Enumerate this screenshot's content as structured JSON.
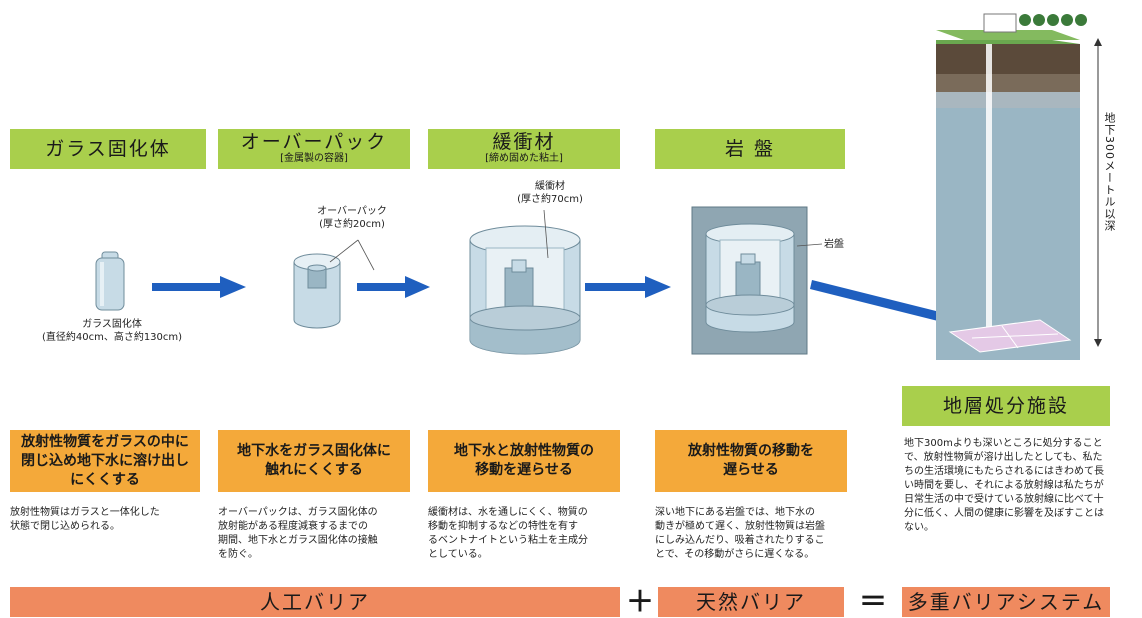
{
  "headers": [
    {
      "title": "ガラス固化体",
      "subtitle": ""
    },
    {
      "title": "オーバーパック",
      "subtitle": "[金属製の容器]"
    },
    {
      "title": "緩衝材",
      "subtitle": "[締め固めた粘土]"
    },
    {
      "title": "岩 盤",
      "subtitle": ""
    }
  ],
  "captions": {
    "glass": "ガラス固化体\n(直径約40cm、高さ約130cm)",
    "overpack": "オーバーパック\n(厚さ約20cm)",
    "buffer": "緩衝材\n(厚さ約70cm)",
    "rock": "岩盤"
  },
  "depth_label": "地下300メートル以深",
  "facility_title": "地層処分施設",
  "facility_desc": "地下300mよりも深いところに処分することで、放射性物質が溶け出したとしても、私たちの生活環境にもたらされるにはきわめて長い時間を要し、それによる放射線は私たちが日常生活の中で受けている放射線に比べて十分に低く、人間の健康に影響を及ぼすことはない。",
  "roles": [
    "放射性物質をガラスの中に\n閉じ込め地下水に溶け出し\nにくくする",
    "地下水をガラス固化体に\n触れにくくする",
    "地下水と放射性物質の\n移動を遅らせる",
    "放射性物質の移動を\n遅らせる"
  ],
  "descriptions": [
    "放射性物質はガラスと一体化した\n状態で閉じ込められる。",
    "オーバーパックは、ガラス固化体の\n放射能がある程度減衰するまでの\n期間、地下水とガラス固化体の接触\nを防ぐ。",
    "緩衝材は、水を通しにくく、物質の\n移動を抑制するなどの特性を有す\nるベントナイトという粘土を主成分\nとしている。",
    "深い地下にある岩盤では、地下水の\n動きが極めて遅く、放射性物質は岩盤\nにしみ込んだり、吸着されたりするこ\nとで、その移動がさらに遅くなる。"
  ],
  "bottom": {
    "artificial": "人工バリア",
    "plus": "＋",
    "natural": "天然バリア",
    "equals": "＝",
    "result": "多重バリアシステム"
  },
  "colors": {
    "header_green": "#a9cf4c",
    "role_orange": "#f4a93a",
    "bar_salmon": "#ef8a5f",
    "arrow_blue": "#1f5fbf",
    "container_light": "#c7dbe6",
    "container_mid": "#9ab6c4",
    "rock_gray": "#8fa6b2"
  }
}
